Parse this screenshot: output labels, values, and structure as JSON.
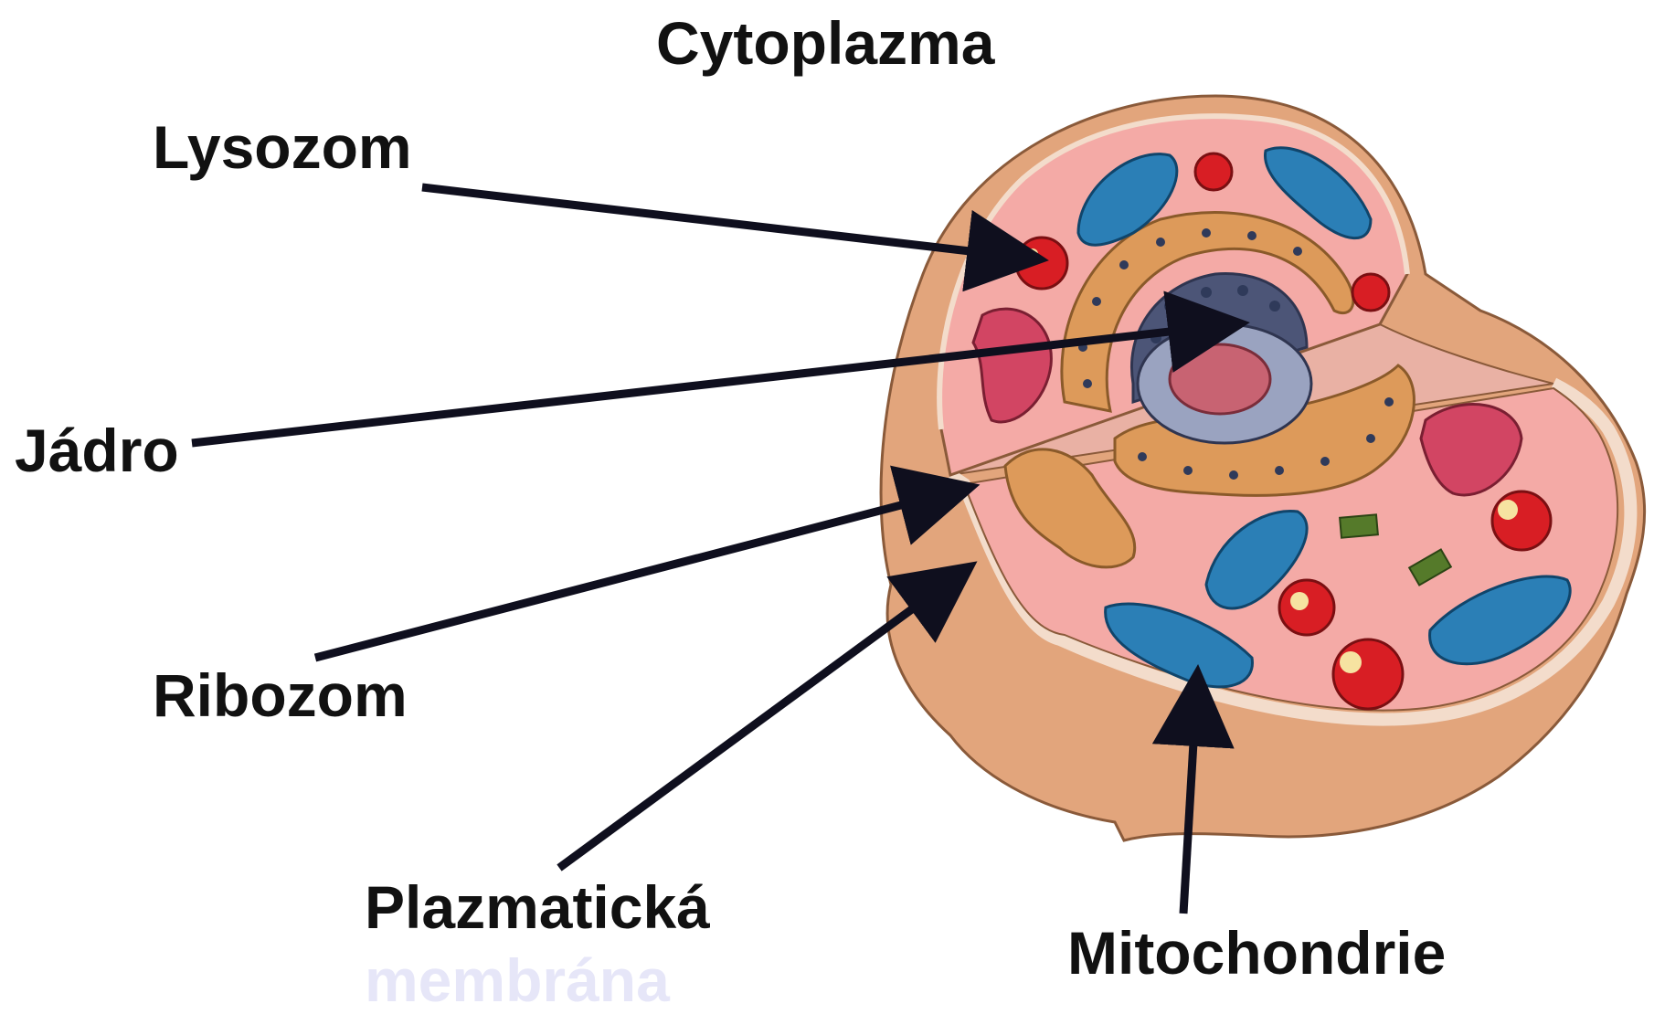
{
  "labels": {
    "cytoplasm": "Cytoplazma",
    "lysosome": "Lysozom",
    "nucleus": "Jádro",
    "ribosome": "Ribozom",
    "plasma_membrane_line1": "Plazmatická",
    "plasma_membrane_line2": "membrána",
    "mitochondria": "Mitochondrie"
  },
  "colors": {
    "text": "#111111",
    "faded_text": "#e6e6f8",
    "cell_outer": "#e2a57c",
    "cytoplasm_fill": "#f4aaa6",
    "membrane": "#f3dccb",
    "mitochondria": "#2b7fb6",
    "lysosome": "#d81e24",
    "golgi": "#d24563",
    "nucleus": "#7f8aa8",
    "nucleolus": "#c86372",
    "er": "#dd9a5a",
    "centriole": "#557a2a",
    "arrow": "#0f0f1e"
  }
}
